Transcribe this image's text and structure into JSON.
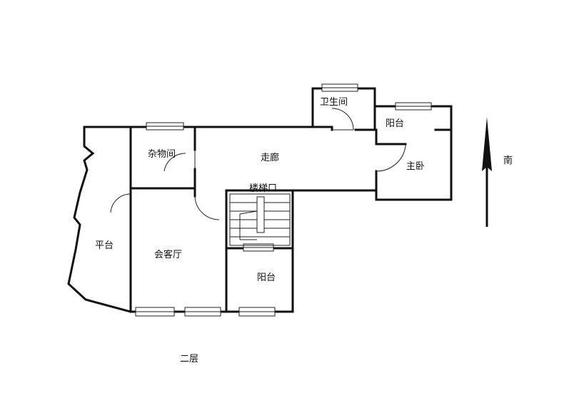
{
  "rooms": {
    "bathroom": "卫生间",
    "balcony_top": "阳台",
    "master_bedroom": "主卧",
    "storage": "杂物间",
    "corridor": "走廊",
    "stairwell": "楼梯口",
    "terrace": "平台",
    "living_room": "会客厅",
    "balcony_bottom": "阳台"
  },
  "compass": {
    "label": "南"
  },
  "floor": {
    "label": "二层"
  }
}
